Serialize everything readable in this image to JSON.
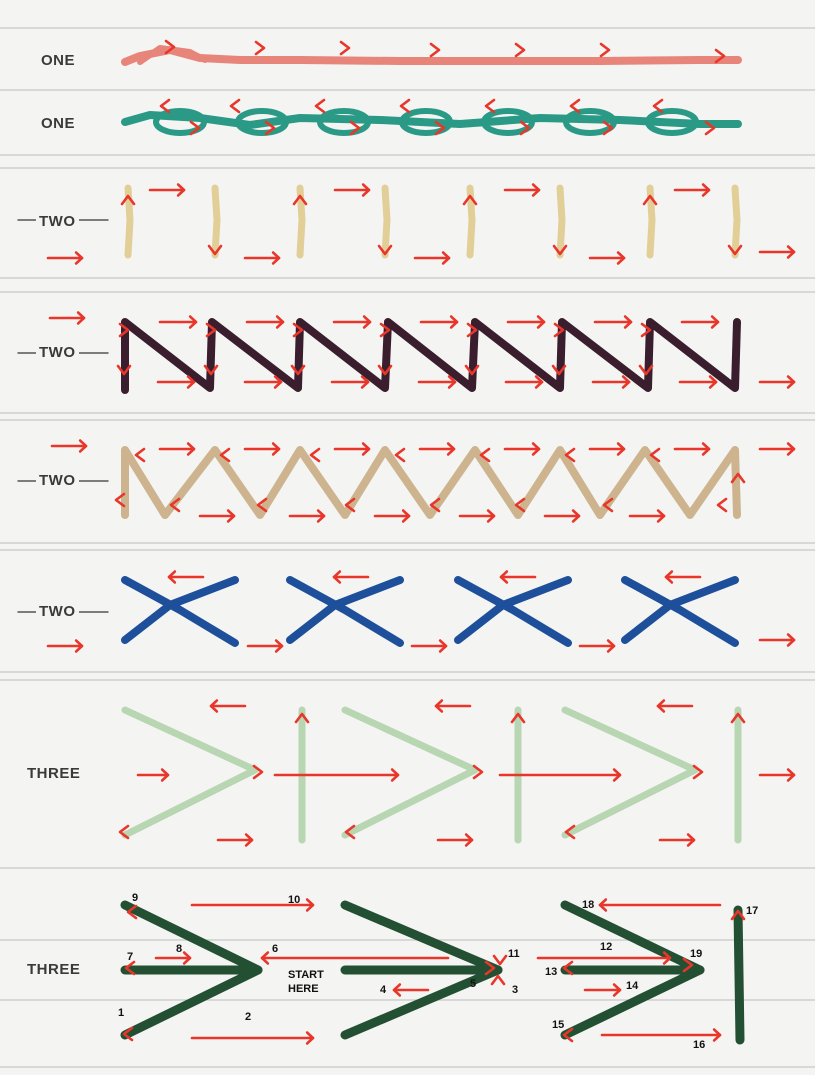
{
  "rows": [
    {
      "label": "ONE",
      "color": "#e8857a"
    },
    {
      "label": "ONE",
      "color": "#2a9a86"
    },
    {
      "label": "TWO",
      "color": "#e2cf98"
    },
    {
      "label": "TWO",
      "color": "#3a1e2e"
    },
    {
      "label": "TWO",
      "color": "#cdb48f"
    },
    {
      "label": "TWO",
      "color": "#1e4f9a"
    },
    {
      "label": "THREE",
      "color": "#b8d6b2"
    },
    {
      "label": "THREE",
      "color": "#234f33"
    }
  ],
  "arrow_color": "#e8362a",
  "line_color": "#c8c8c8",
  "start_label": [
    "START",
    "HERE"
  ],
  "step_numbers": [
    "1",
    "2",
    "3",
    "4",
    "5",
    "6",
    "7",
    "8",
    "9",
    "10",
    "11",
    "12",
    "13",
    "14",
    "15",
    "16",
    "17",
    "18",
    "19"
  ]
}
